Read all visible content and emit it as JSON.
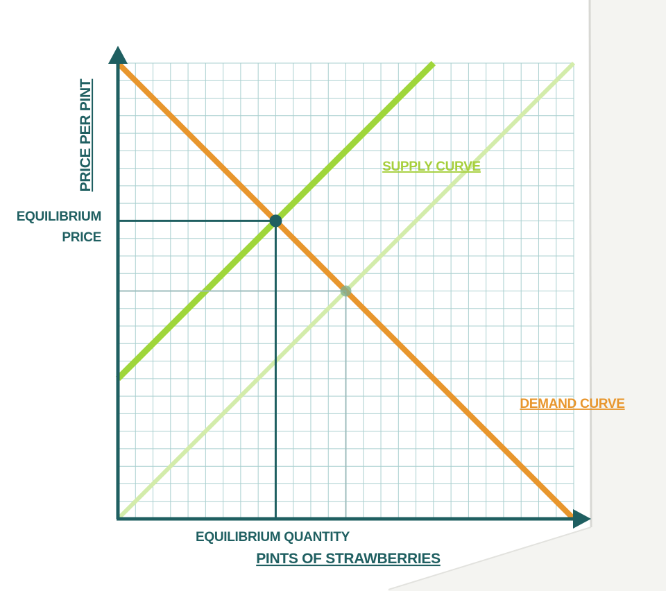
{
  "colors": {
    "paper": "#ffffff",
    "background": "#f4f4f1",
    "grid": "#a9cfcf",
    "axis": "#1f5f61",
    "supply": "#9fd63a",
    "supply_shifted": "#d3ecaa",
    "demand": "#e8962d",
    "supply_label": "#a6cf3c",
    "demand_label": "#e8962d"
  },
  "labels": {
    "y_axis": "PRICE PER PINT",
    "x_axis": "PINTS OF STRAWBERRIES",
    "equilibrium_price": [
      "EQUILIBRIUM",
      "PRICE"
    ],
    "equilibrium_quantity": "EQUILIBRIUM QUANTITY",
    "supply_curve": "SUPPLY CURVE",
    "demand_curve": "DEMAND CURVE"
  },
  "chart_data": {
    "type": "line",
    "title": "",
    "xlabel": "PINTS OF STRAWBERRIES",
    "ylabel": "PRICE PER PINT",
    "xlim": [
      0,
      26
    ],
    "ylim": [
      0,
      26
    ],
    "grid": true,
    "legend": "none",
    "series": [
      {
        "name": "SUPPLY CURVE",
        "points": [
          [
            0,
            8
          ],
          [
            18,
            26
          ]
        ]
      },
      {
        "name": "",
        "points": [
          [
            0,
            0
          ],
          [
            26,
            26
          ]
        ]
      },
      {
        "name": "DEMAND CURVE",
        "points": [
          [
            0,
            26
          ],
          [
            26,
            0
          ]
        ]
      }
    ],
    "equilibria": [
      {
        "x": 9,
        "y": 17
      },
      {
        "x": 13,
        "y": 13
      }
    ],
    "annotations": [
      "EQUILIBRIUM PRICE",
      "EQUILIBRIUM QUANTITY"
    ]
  }
}
